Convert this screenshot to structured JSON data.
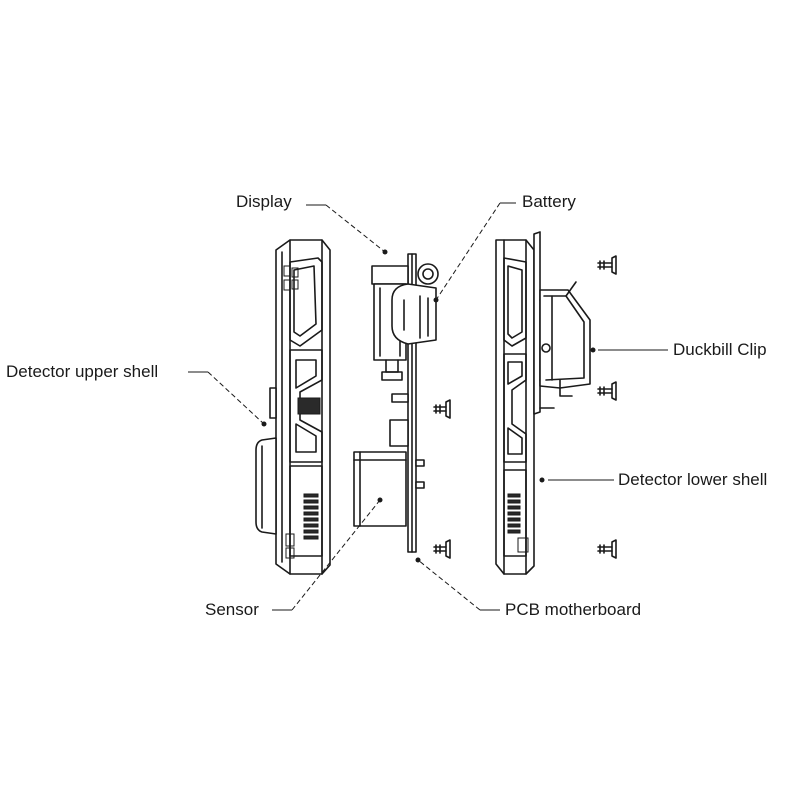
{
  "labels": {
    "display": "Display",
    "battery": "Battery",
    "duckbill_clip": "Duckbill Clip",
    "upper_shell": "Detector upper shell",
    "lower_shell": "Detector lower shell",
    "sensor": "Sensor",
    "pcb": "PCB motherboard"
  },
  "colors": {
    "line": "#1a1a1a",
    "background": "#ffffff"
  }
}
